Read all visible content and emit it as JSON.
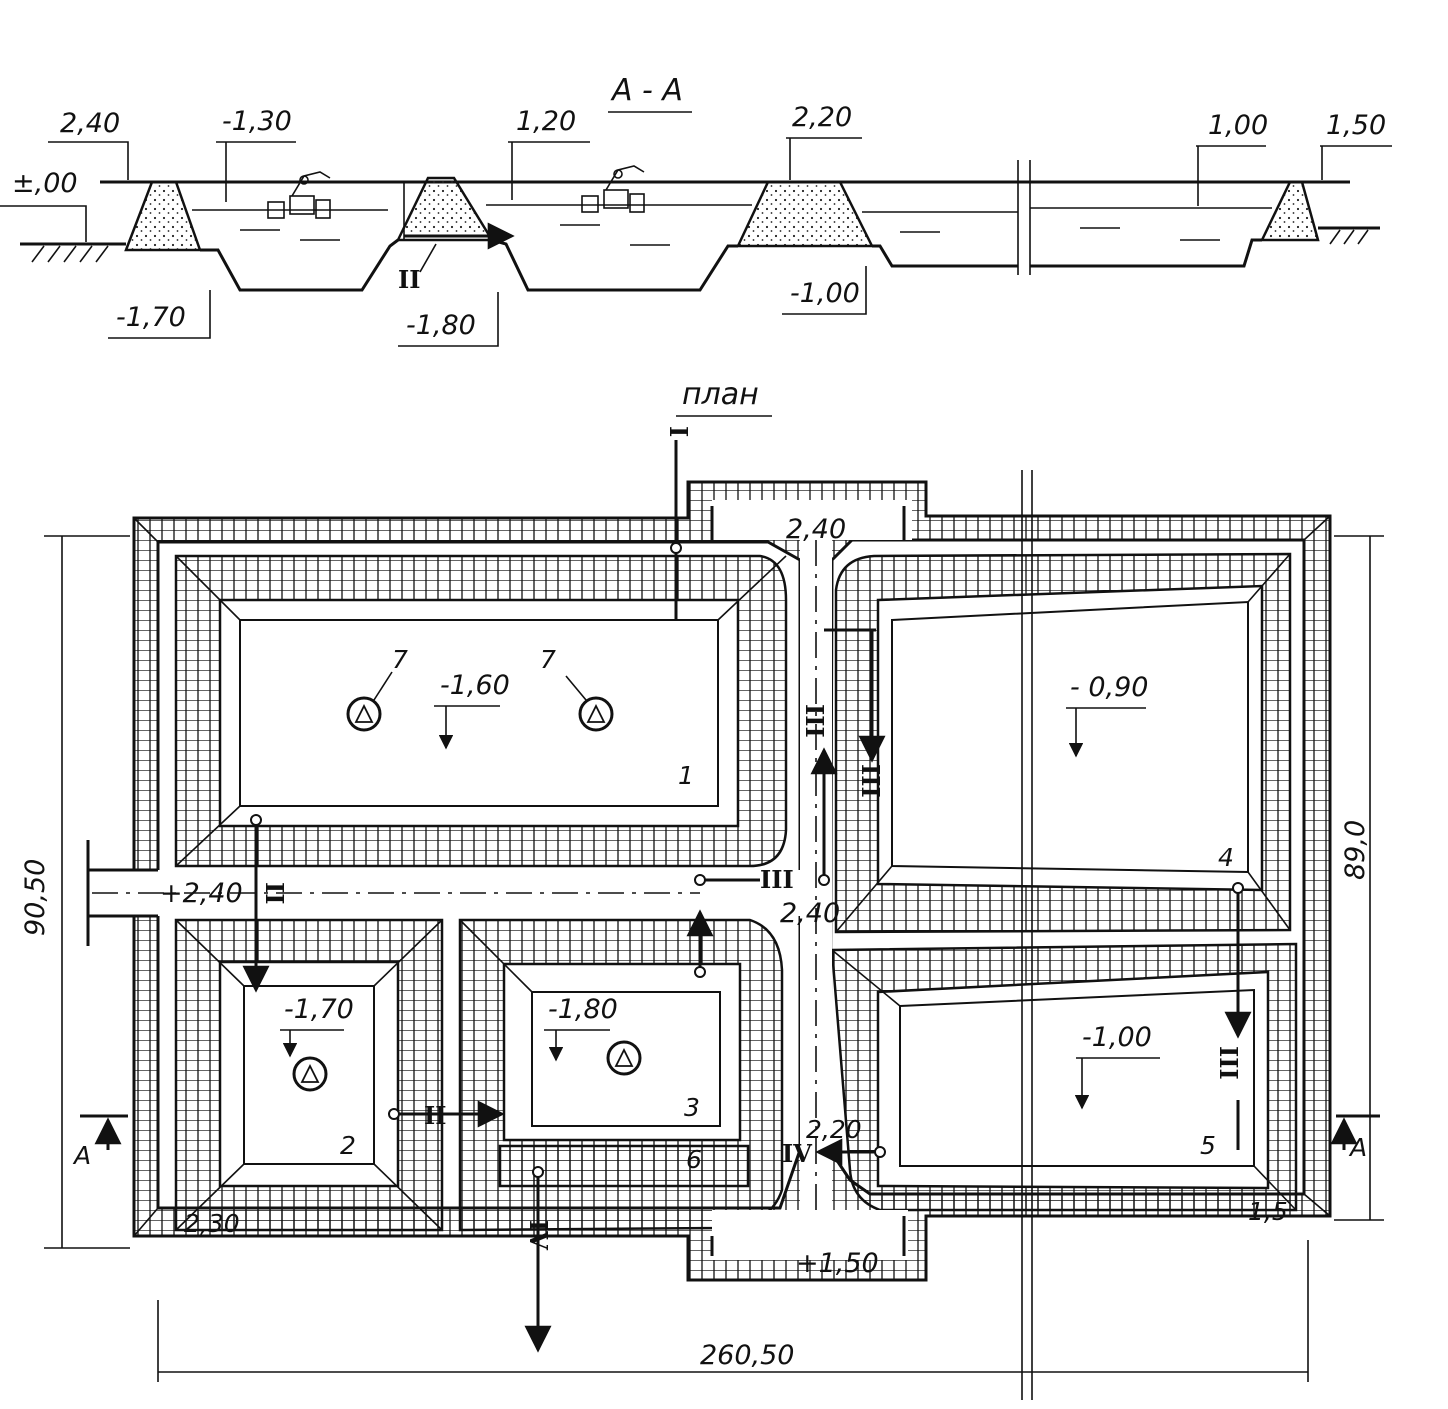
{
  "section": {
    "title": "А - А",
    "marks": {
      "ground_left": "±,00",
      "dike_left": "2,40",
      "water_1": "-1,30",
      "water_2": "1,20",
      "dike_mid": "2,20",
      "water_4": "1,00",
      "dike_right": "1,50",
      "bottom_1": "-1,70",
      "bottom_2": "-1,80",
      "bottom_3": "-1,00"
    },
    "pipe_label": "II"
  },
  "plan": {
    "title": "план",
    "dims": {
      "total_length": "260,50",
      "left_width": "90,50",
      "right_width": "89,0"
    },
    "marks": {
      "top_road": "2,40",
      "center_road": "2,40",
      "left_road": "+2,40",
      "bottom_road": "+1,50",
      "right_road": "2,20",
      "corner_left": "2,30",
      "corner_right": "1,5"
    },
    "ponds": [
      {
        "id": "1",
        "level": "-1,60"
      },
      {
        "id": "2",
        "level": "-1,70"
      },
      {
        "id": "3",
        "level": "-1,80"
      },
      {
        "id": "4",
        "level": "- 0,90"
      },
      {
        "id": "5",
        "level": "-1,00"
      },
      {
        "id": "6",
        "level": ""
      }
    ],
    "aerator_label": "7",
    "section_mark": "A",
    "pipes": [
      "I",
      "II",
      "III",
      "IV"
    ]
  }
}
